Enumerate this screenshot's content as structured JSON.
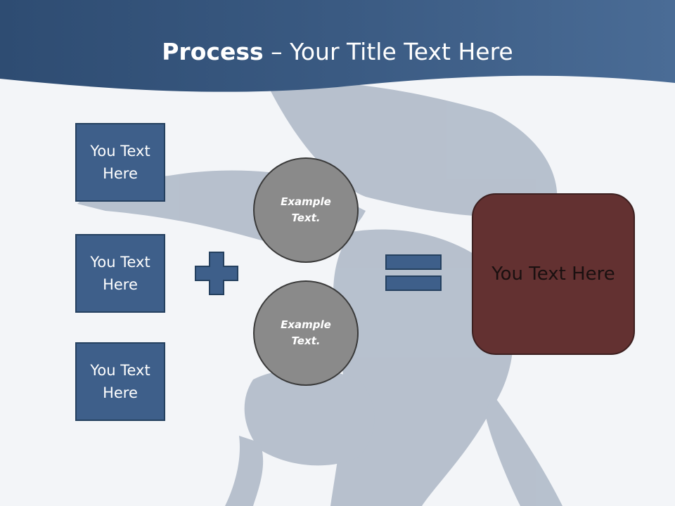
{
  "slide": {
    "title_bold": "Process",
    "title_rest": " – Your Title Text Here",
    "input_boxes": [
      {
        "label": "You Text Here"
      },
      {
        "label": "You Text Here"
      },
      {
        "label": "You Text Here"
      }
    ],
    "circles": [
      {
        "label": "Example Text."
      },
      {
        "label": "Example Text."
      }
    ],
    "result_label": "You Text Here"
  },
  "colors": {
    "header": "#3b5a80",
    "box_fill": "#3e5f8a",
    "circle_fill": "#8a8a8a",
    "result_fill": "#633131",
    "operator_fill": "#3e5f8a"
  },
  "icons": {
    "plus": "plus-icon",
    "equals": "equals-icon",
    "background": "breakdancer-photo"
  }
}
